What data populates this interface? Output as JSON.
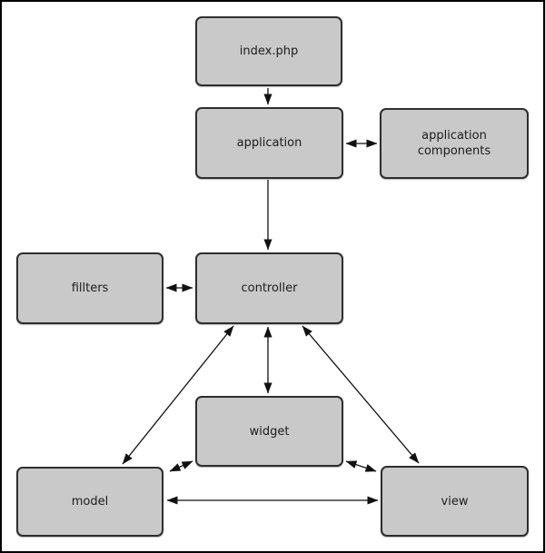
{
  "diagram": {
    "type": "flowchart",
    "background_color": "#ffffff",
    "node_fill_color": "#c9c9c9",
    "node_border_color": "#2e2e2e",
    "arrow_color": "#111111",
    "nodes": [
      {
        "id": "index-php",
        "label": "index.php"
      },
      {
        "id": "application",
        "label": "application"
      },
      {
        "id": "application-components",
        "label": "application\ncomponents"
      },
      {
        "id": "fillters",
        "label": "fillters"
      },
      {
        "id": "controller",
        "label": "controller"
      },
      {
        "id": "widget",
        "label": "widget"
      },
      {
        "id": "model",
        "label": "model"
      },
      {
        "id": "view",
        "label": "view"
      }
    ],
    "edges": [
      {
        "from": "index.php",
        "to": "application components",
        "via": "application",
        "direction": "one-way"
      },
      {
        "from": "index.php",
        "to": "application",
        "direction": "one-way"
      },
      {
        "from": "application",
        "to": "application components",
        "direction": "two-way"
      },
      {
        "from": "application",
        "to": "controller",
        "direction": "one-way"
      },
      {
        "from": "fillters",
        "to": "controller",
        "direction": "two-way"
      },
      {
        "from": "controller",
        "to": "widget",
        "direction": "two-way"
      },
      {
        "from": "controller",
        "to": "model",
        "direction": "two-way"
      },
      {
        "from": "controller",
        "to": "view",
        "direction": "two-way"
      },
      {
        "from": "widget",
        "to": "model",
        "direction": "two-way"
      },
      {
        "from": "widget",
        "to": "view",
        "direction": "two-way"
      },
      {
        "from": "model",
        "to": "view",
        "direction": "two-way"
      }
    ]
  }
}
